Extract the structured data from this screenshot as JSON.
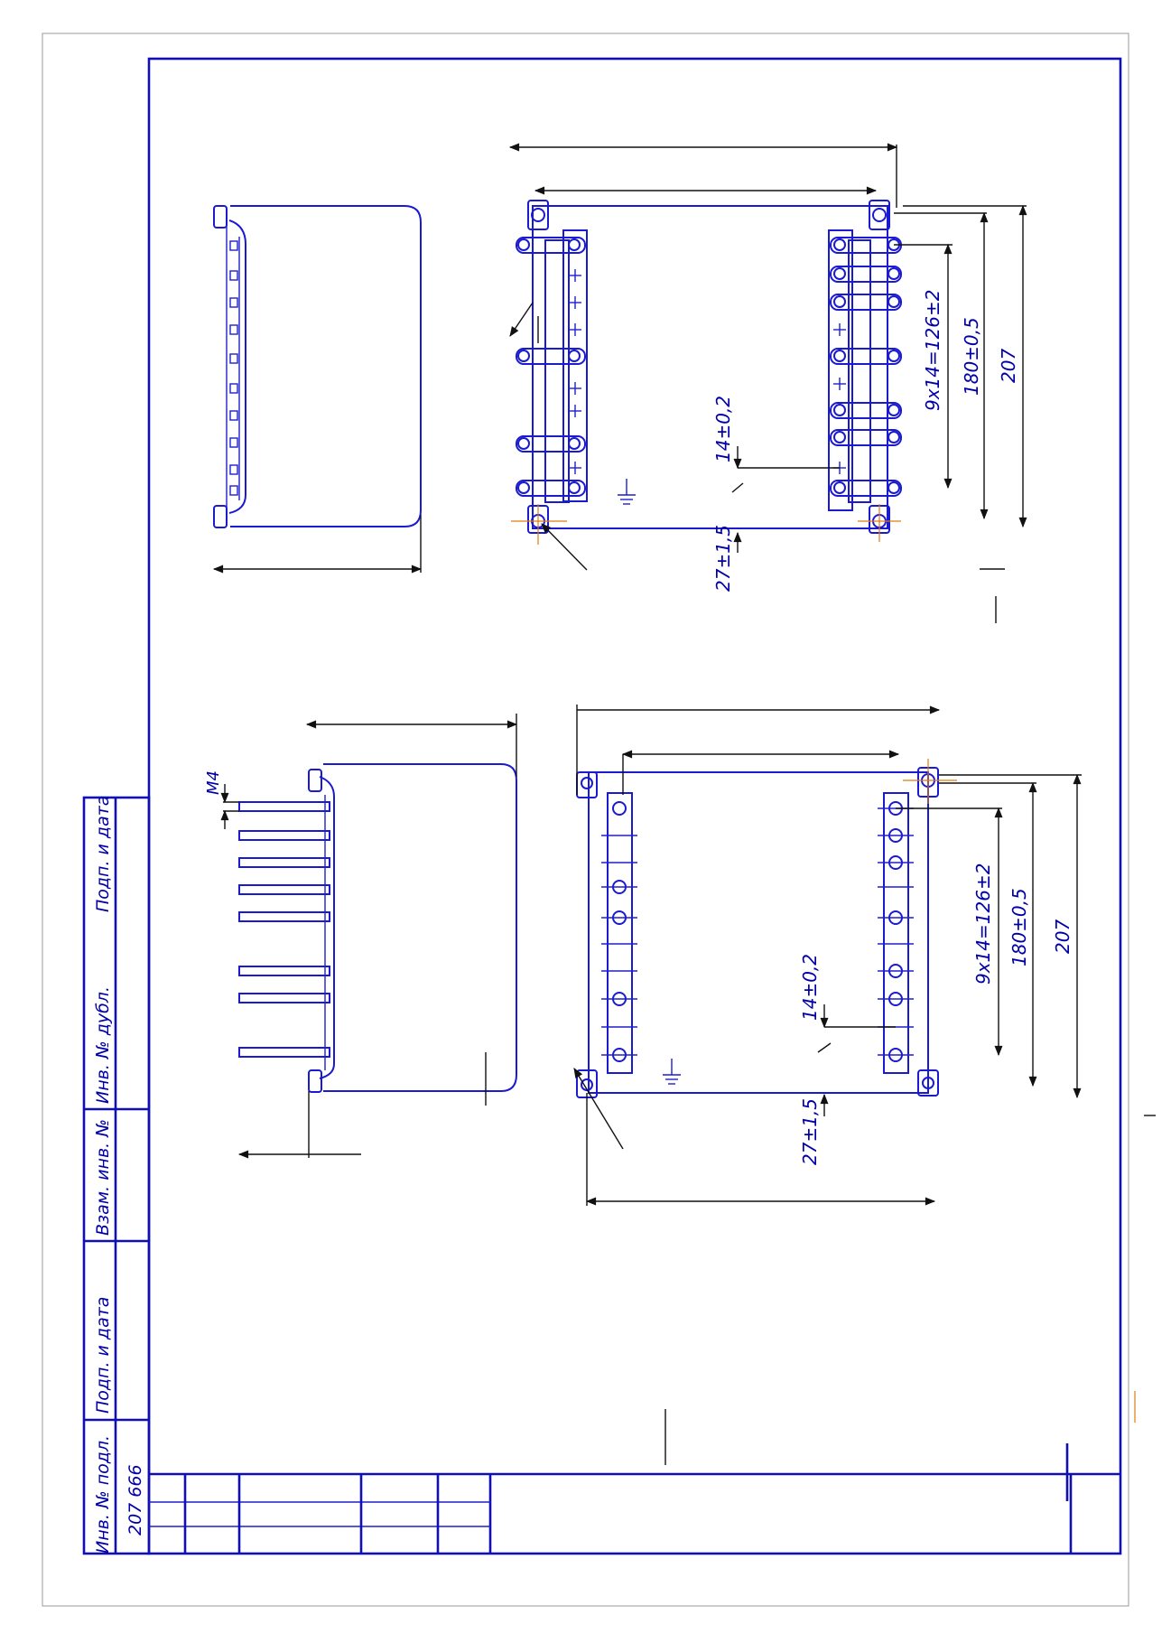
{
  "sheet": {
    "stamp_labels": [
      "Инв. № подл.",
      "Подп. и дата",
      "Взам. инв. №",
      "Инв. № дубл.",
      "Подп. и дата"
    ],
    "inventory_number": "207 666"
  },
  "view_top": {
    "dims": [
      "9x14=126±2",
      "180±0,5",
      "207",
      "14±0,2",
      "27±1,5"
    ]
  },
  "view_bottom": {
    "dims": [
      "9x14=126±2",
      "180±0,5",
      "207",
      "14±0,2",
      "27±1,5"
    ],
    "thread_label": "M4"
  },
  "colors": {
    "outline": "#1a1ad0",
    "dimension": "#111111",
    "centerline": "#e07a10",
    "frame": "#0f0fb4",
    "text": "#0000a8"
  }
}
